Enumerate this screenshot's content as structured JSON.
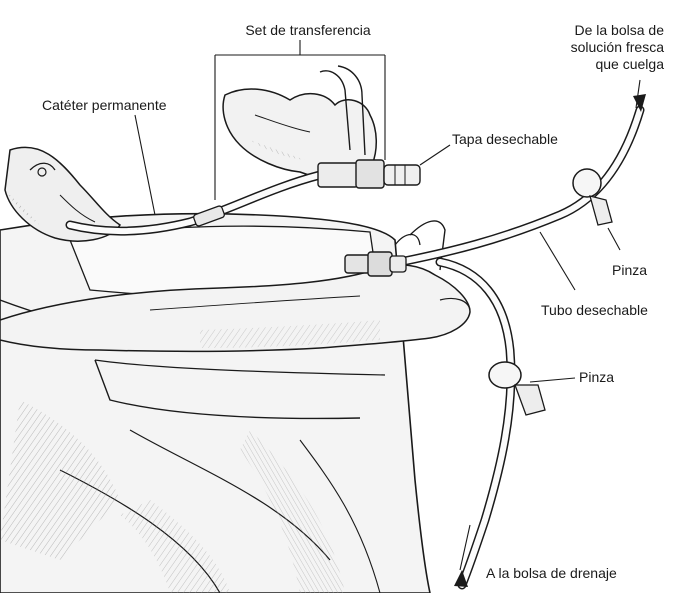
{
  "labels": {
    "set_transferencia": "Set de transferencia",
    "cateter_permanente": "Catéter permanente",
    "tapa_desechable": "Tapa desechable",
    "bolsa_fresca_line1": "De la bolsa de",
    "bolsa_fresca_line2": "solución fresca",
    "bolsa_fresca_line3": "que cuelga",
    "pinza_upper": "Pinza",
    "tubo_desechable": "Tubo desechable",
    "pinza_lower": "Pinza",
    "bolsa_drenaje": "A la bolsa de drenaje"
  },
  "colors": {
    "ink": "#1a1a1a",
    "skin_shadow": "#9a9a9a",
    "fabric_shadow": "#bdbdbd",
    "background": "#ffffff"
  }
}
